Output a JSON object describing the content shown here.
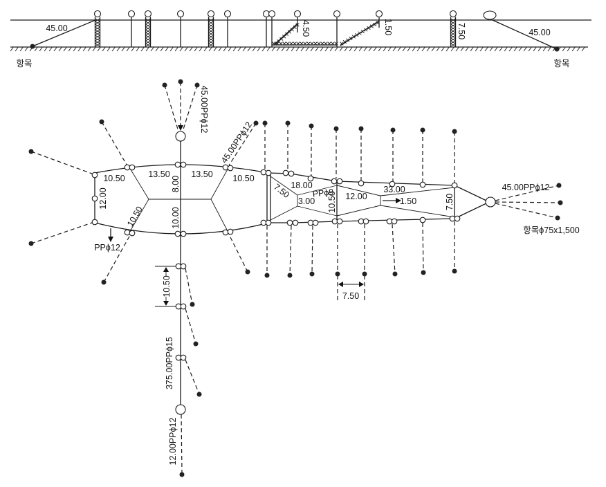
{
  "elevation": {
    "left_rope_length": "45.00",
    "left_anchor": "항목",
    "chamber_height_1": "4.50",
    "chamber_height_2": "1.50",
    "end_height": "7.50",
    "right_rope_length": "45.00",
    "right_anchor": "항목"
  },
  "plan": {
    "top_rope": "45.00PPϕ12",
    "side_rope": "45.00PPϕ12",
    "playground": {
      "top_left": "10.50",
      "top_center_left": "13.50",
      "top_center_right": "13.50",
      "top_right": "10.50",
      "left_width": "12.00",
      "inner_upper": "8.00",
      "inner_lower": "10.00",
      "inner_diagonal": "10.50",
      "bottom_rope": "PPϕ12"
    },
    "bag": {
      "entrance": "7.50",
      "first_length": "18.00",
      "inner_rope": "PPϕ9",
      "first_throat": "3.00",
      "middle_width": "10.50",
      "second_length": "12.00",
      "third_length": "33.00",
      "second_throat": "1.50",
      "end_width": "7.50"
    },
    "end_rope": "45.00PPϕ12",
    "end_anchor": "항목ϕ75x1,500",
    "anchor_spacing": "7.50",
    "lead_float_spacing": "10.50",
    "lead_net": "375.00PPϕ15",
    "lead_end_rope": "12.00PPϕ12"
  }
}
